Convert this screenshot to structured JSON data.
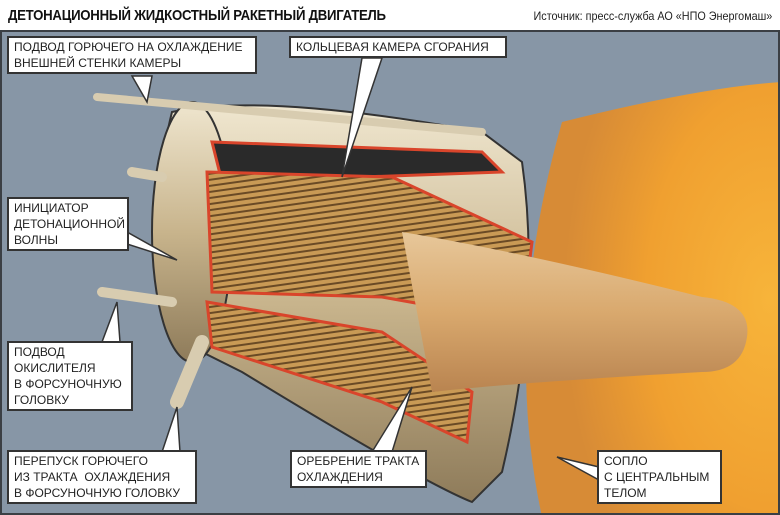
{
  "header": {
    "title": "ДЕТОНАЦИОННЫЙ ЖИДКОСТНЫЙ РАКЕТНЫЙ ДВИГАТЕЛЬ",
    "source": "Источник: пресс-служба АО «НПО Энергомаш»"
  },
  "callouts": {
    "fuel_supply": [
      "ПОДВОД ГОРЮЧЕГО НА ОХЛАЖДЕНИЕ",
      "ВНЕШНЕЙ СТЕНКИ КАМЕРЫ"
    ],
    "annular_chamber": [
      "КОЛЬЦЕВАЯ КАМЕРА СГОРАНИЯ"
    ],
    "initiator": [
      "ИНИЦИАТОР",
      "ДЕТОНАЦИОННОЙ",
      "ВОЛНЫ"
    ],
    "oxidizer_supply": [
      "ПОДВОД",
      "ОКИСЛИТЕЛЯ",
      "В ФОРСУНОЧНУЮ",
      "ГОЛОВКУ"
    ],
    "fuel_bypass": [
      "ПЕРЕПУСК ГОРЮЧЕГО",
      "ИЗ ТРАКТА  ОХЛАЖДЕНИЯ",
      "В ФОРСУНОЧНУЮ ГОЛОВКУ"
    ],
    "cooling_fins": [
      "ОРЕБРЕНИЕ ТРАКТА",
      "ОХЛАЖДЕНИЯ"
    ],
    "nozzle": [
      "СОПЛО",
      "С ЦЕНТРАЛЬНЫМ",
      "ТЕЛОМ"
    ]
  },
  "colors": {
    "background": "#8796a6",
    "flame": "#f0a030",
    "cut_edge": "#d9452b",
    "metal": "#cdbb98"
  }
}
